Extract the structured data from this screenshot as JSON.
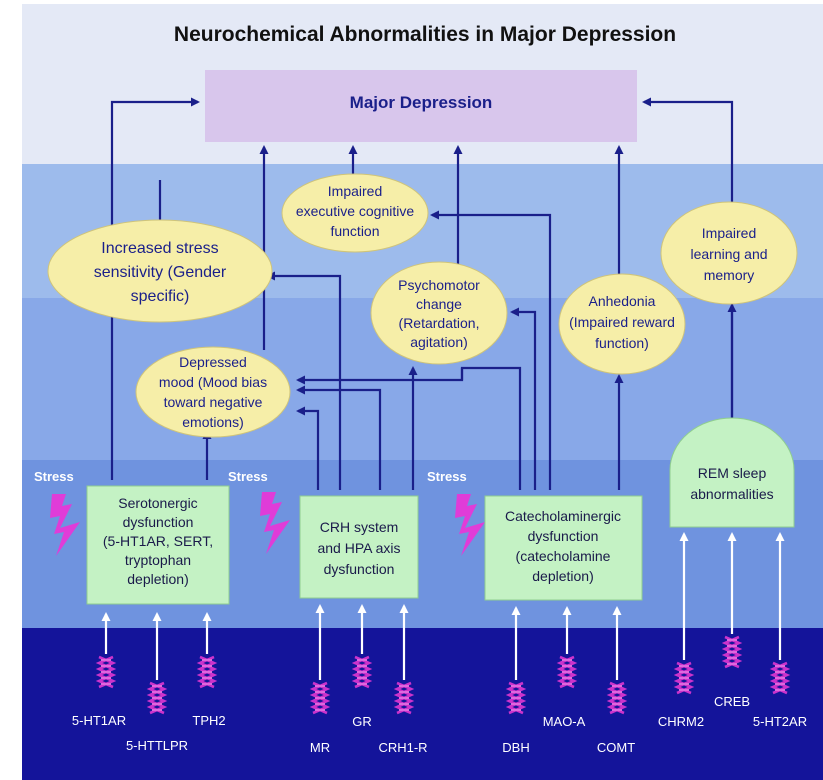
{
  "title": "Neurochemical Abnormalities in Major Depression",
  "top_box": "Major Depression",
  "ellipses": {
    "executive": [
      "Impaired",
      "executive cognitive",
      "function"
    ],
    "stress_sensitivity": [
      "Increased stress",
      "sensitivity (Gender",
      "specific)"
    ],
    "learning": [
      "Impaired",
      "learning and",
      "memory"
    ],
    "psychomotor": [
      "Psychomotor",
      "change",
      "(Retardation,",
      "agitation)"
    ],
    "anhedonia": [
      "Anhedonia",
      "(Impaired reward",
      "function)"
    ],
    "mood": [
      "Depressed",
      "mood (Mood bias",
      "toward negative",
      "emotions)"
    ]
  },
  "stress_label": "Stress",
  "boxes": {
    "serotonergic": [
      "Serotonergic",
      "dysfunction",
      "(5-HT1AR, SERT,",
      "tryptophan",
      "depletion)"
    ],
    "crh": [
      "CRH system",
      "and HPA axis",
      "dysfunction"
    ],
    "catecholaminergic": [
      "Catecholaminergic",
      "dysfunction",
      "(catecholamine",
      "depletion)"
    ],
    "rem": [
      "REM sleep",
      "abnormalities"
    ]
  },
  "genes": {
    "g5ht1ar": "5-HT1AR",
    "g5httlpr": "5-HTTLPR",
    "gtph2": "TPH2",
    "gmr": "MR",
    "ggr": "GR",
    "gcrh1r": "CRH1-R",
    "gdbh": "DBH",
    "gmaoa": "MAO-A",
    "gcomt": "COMT",
    "gchrm2": "CHRM2",
    "gcreb": "CREB",
    "g5ht2ar": "5-HT2AR"
  },
  "colors": {
    "top_band": "#e4e9f6",
    "mid_band_1": "#9dbbec",
    "mid_band_2": "#88a8e8",
    "mid_band_3": "#6f93df",
    "bottom_band": "#14149a",
    "top_box": "#d8c6ec",
    "ellipse": "#f6eea8",
    "box": "#c4f2c4",
    "arrow": "#1a1f8a",
    "stress_bolt": "#e03cd8"
  }
}
